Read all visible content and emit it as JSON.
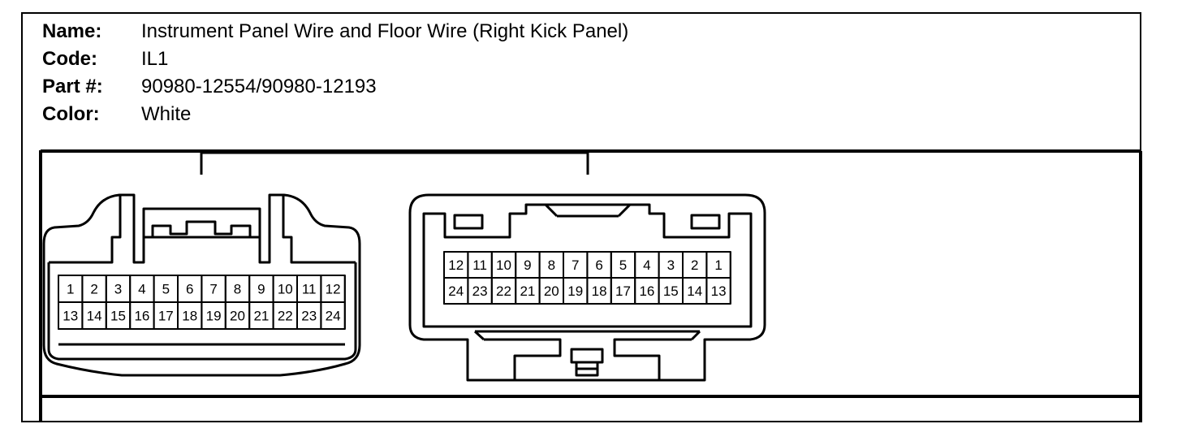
{
  "header": {
    "name_label": "Name:",
    "name_value": "Instrument Panel Wire and Floor Wire (Right Kick Panel)",
    "code_label": "Code:",
    "code_value": "IL1",
    "part_label": "Part #:",
    "part_value": "90980-12554/90980-12193",
    "color_label": "Color:",
    "color_value": "White"
  },
  "connectors": {
    "left": {
      "top_row": [
        "1",
        "2",
        "3",
        "4",
        "5",
        "6",
        "7",
        "8",
        "9",
        "10",
        "11",
        "12"
      ],
      "bottom_row": [
        "13",
        "14",
        "15",
        "16",
        "17",
        "18",
        "19",
        "20",
        "21",
        "22",
        "23",
        "24"
      ]
    },
    "right": {
      "top_row": [
        "12",
        "11",
        "10",
        "9",
        "8",
        "7",
        "6",
        "5",
        "4",
        "3",
        "2",
        "1"
      ],
      "bottom_row": [
        "24",
        "23",
        "22",
        "21",
        "20",
        "19",
        "18",
        "17",
        "16",
        "15",
        "14",
        "13"
      ]
    }
  }
}
